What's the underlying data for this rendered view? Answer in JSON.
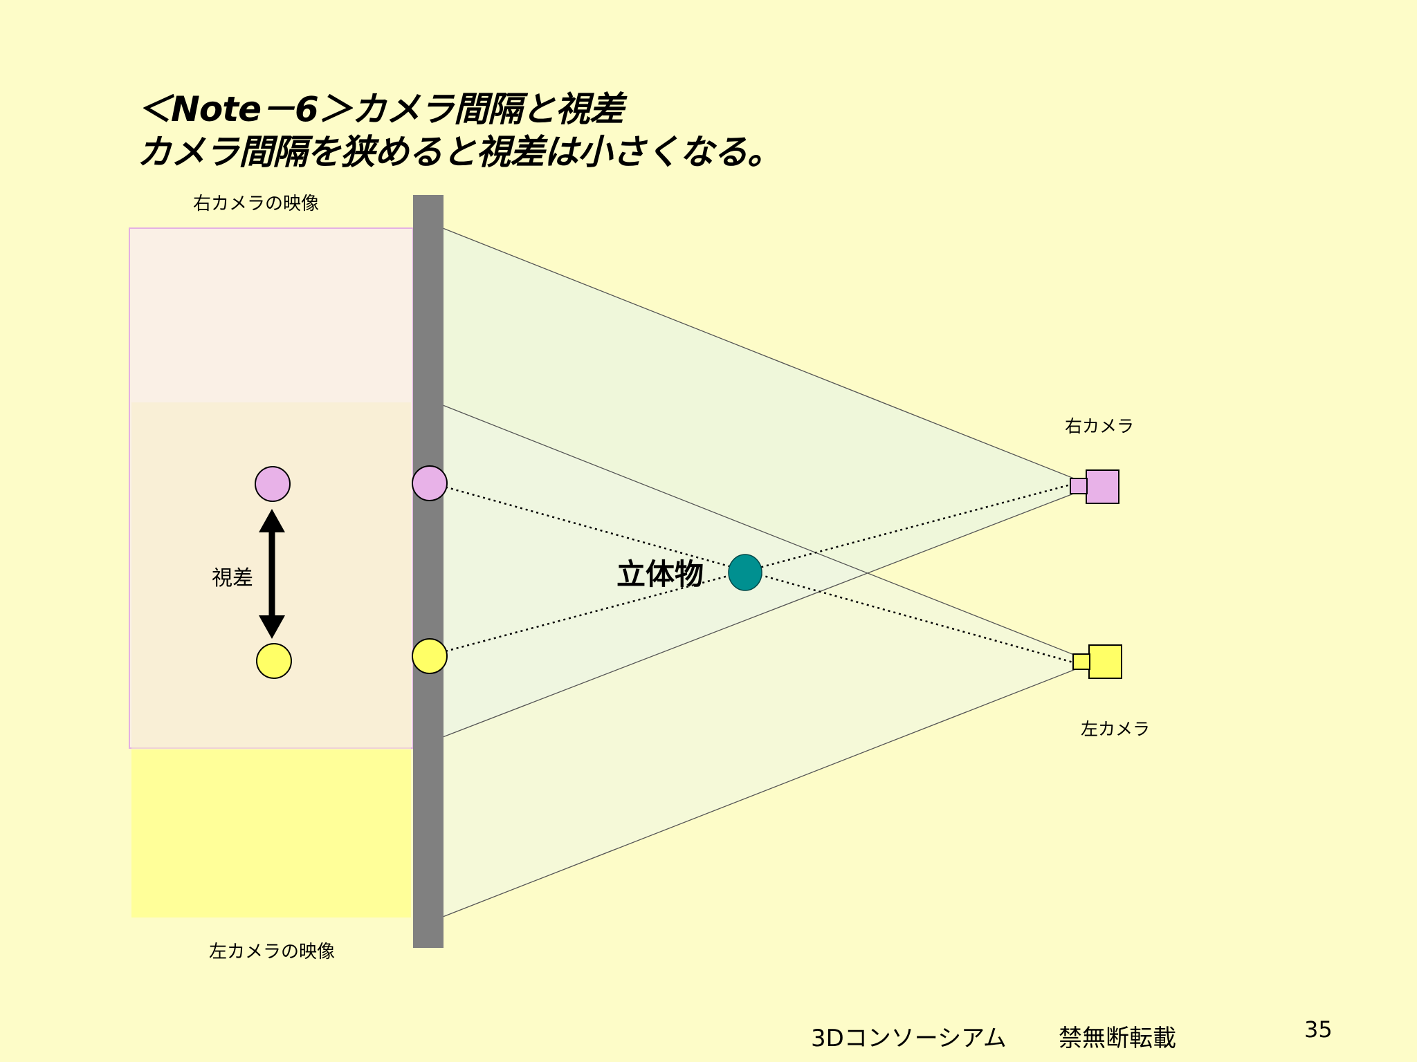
{
  "title": {
    "line1": "＜Note－6＞カメラ間隔と視差",
    "line2": "カメラ間隔を狭めると視差は小さくなる。"
  },
  "labels": {
    "right_image": "右カメラの映像",
    "left_image": "左カメラの映像",
    "right_camera": "右カメラ",
    "left_camera": "左カメラ",
    "parallax": "視差",
    "object": "立体物"
  },
  "footer": {
    "org": "3Dコンソーシアム",
    "notice": "禁無断転載",
    "page": "35"
  },
  "colors": {
    "background": "#fdfcc8",
    "right_camera": "#e8b2e8",
    "left_camera": "#ffff66",
    "object": "#009090",
    "screen": "#808080"
  }
}
